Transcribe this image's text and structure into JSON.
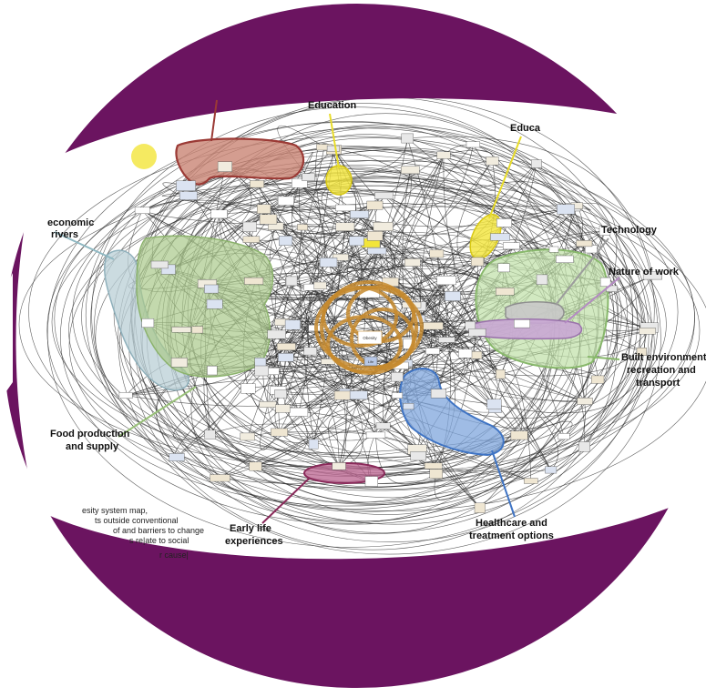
{
  "colors": {
    "frame": "#6b1460",
    "background": "#ffffff",
    "education": "#f2e53a",
    "economic": "#b9cfd6",
    "food": "#a9c98a",
    "built_environment": "#bfe0a6",
    "technology": "#c8c8c8",
    "nature_of_work": "#c9a7d4",
    "healthcare": "#7fa6dc",
    "early_life": "#b9628e",
    "red_cluster": "#c98574",
    "core_loop": "#c58a2e"
  },
  "labels": {
    "education_top": "Education",
    "education_right": "Educa",
    "economic_line1": "economic",
    "economic_line2": "rivers",
    "technology": "Technology",
    "nature_of_work": "Nature of work",
    "built_env_line1": "Built environment,",
    "built_env_line2": "recreation and",
    "built_env_line3": "transport",
    "food_line1": "Food production",
    "food_line2": "and supply",
    "early_life_line1": "Early life",
    "early_life_line2": "experiences",
    "healthcare_line1": "Healthcare and",
    "healthcare_line2": "treatment options"
  },
  "caption": {
    "line1": "esity system map,",
    "line2": "ts outside conventional",
    "line3": "of and barriers to change",
    "line4": "s re|ate to social",
    "line5": "r cause|"
  },
  "core": {
    "label": "Obesity",
    "sublabel": "Life"
  }
}
